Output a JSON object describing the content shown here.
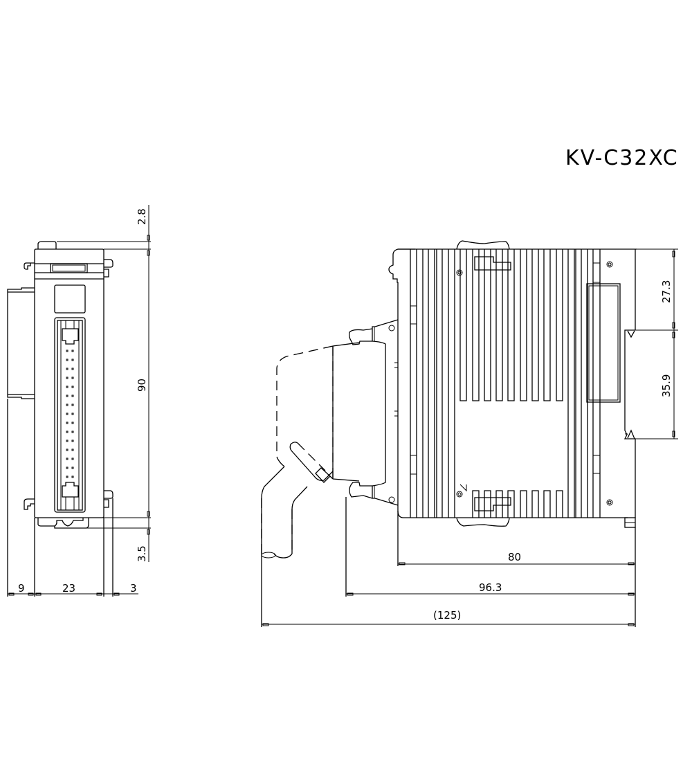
{
  "drawing": {
    "title": "KV-C32XC",
    "line_color": "#000000",
    "background": "#ffffff"
  },
  "front_view": {
    "dimensions": {
      "top_offset": "2.8",
      "height": "90",
      "bottom_offset": "3.5",
      "left_protrusion": "9",
      "width": "23",
      "right_protrusion": "3"
    },
    "connector_pin_rows": 16,
    "connector_pin_columns": 2
  },
  "side_view": {
    "dimensions": {
      "upper_height": "27.3",
      "rail_height": "35.9",
      "body_depth": "80",
      "depth_with_connector": "96.3",
      "overall_depth": "(125)"
    }
  }
}
